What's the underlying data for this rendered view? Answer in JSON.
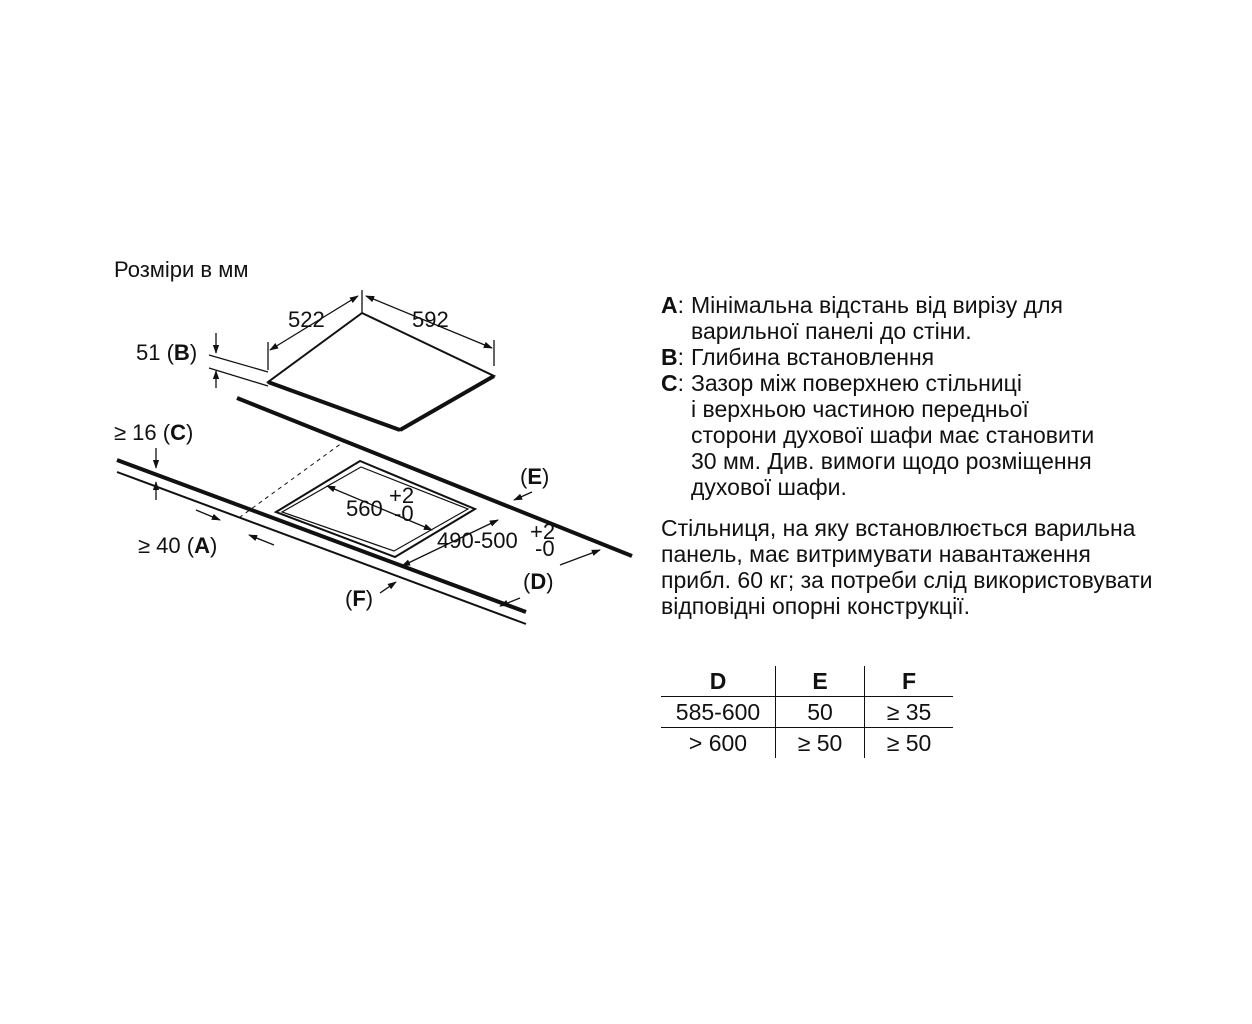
{
  "heading": "Розміри в мм",
  "labels": {
    "width_522": "522",
    "width_592": "592",
    "height_51": "51 (",
    "height_51_key": "B",
    "gap_16": "≥ 16 (",
    "gap_16_key": "C",
    "dist_40": "≥ 40 (",
    "dist_40_key": "A",
    "cut_560": "560",
    "cut_490": "490-500",
    "tol_plus": "+2",
    "tol_minus": "-0",
    "e_open": "(",
    "e_key": "E",
    "f_key": "F",
    "d_key": "D",
    "close": ")"
  },
  "legend": [
    {
      "key": "A",
      "lines": [
        "Мінімальна відстань від вирізу для",
        "варильної панелі до стіни."
      ]
    },
    {
      "key": "B",
      "lines": [
        "Глибина встановлення"
      ]
    },
    {
      "key": "C",
      "lines": [
        "Зазор між поверхнею стільниці",
        "і верхньою частиною передньої",
        "сторони духової шафи має становити",
        "30 мм. Див. вимоги щодо розміщення",
        "духової шафи."
      ]
    }
  ],
  "note": "Стільниця, на яку встановлюється варильна панель, має витримувати навантаження прибл. 60 кг; за потреби слід використовувати відповідні опорні конструкції.",
  "table": {
    "headers": [
      "D",
      "E",
      "F"
    ],
    "rows": [
      [
        "585-600",
        "50",
        "≥ 35"
      ],
      [
        "> 600",
        "≥ 50",
        "≥ 50"
      ]
    ]
  }
}
